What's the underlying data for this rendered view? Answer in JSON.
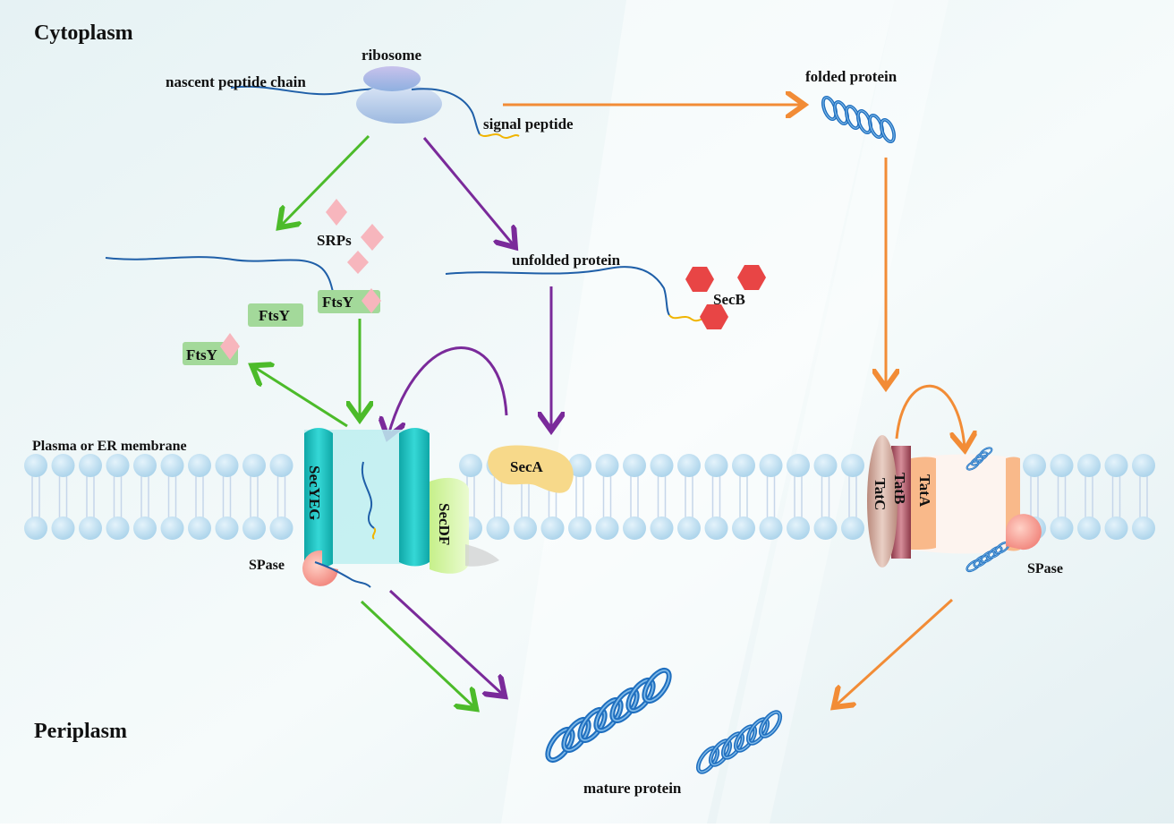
{
  "regions": {
    "cytoplasm": "Cytoplasm",
    "periplasm": "Periplasm",
    "membrane": "Plasma or ER membrane"
  },
  "labels": {
    "ribosome": "ribosome",
    "nascent_chain": "nascent peptide chain",
    "signal_peptide": "signal peptide",
    "folded_protein": "folded protein",
    "srps": "SRPs",
    "unfolded_protein": "unfolded protein",
    "secb": "SecB",
    "ftsy": "FtsY",
    "secyeg": "SecYEG",
    "secdf": "SecDF",
    "seca": "SecA",
    "tatc": "TatC",
    "tatb": "TatB",
    "tata": "TatA",
    "spase": "SPase",
    "mature_protein": "mature protein"
  },
  "colors": {
    "srp_pathway": "#4cbb2a",
    "sec_pathway": "#7a2a9a",
    "tat_pathway": "#f28c36",
    "peptide": "#1f5fa8",
    "signal": "#f0b400",
    "lipid_head": "#b9dcef",
    "channel": "#22c4c4",
    "secb": "#e84545",
    "seca": "#f7d98a",
    "ftsy": "#9ed68f"
  }
}
